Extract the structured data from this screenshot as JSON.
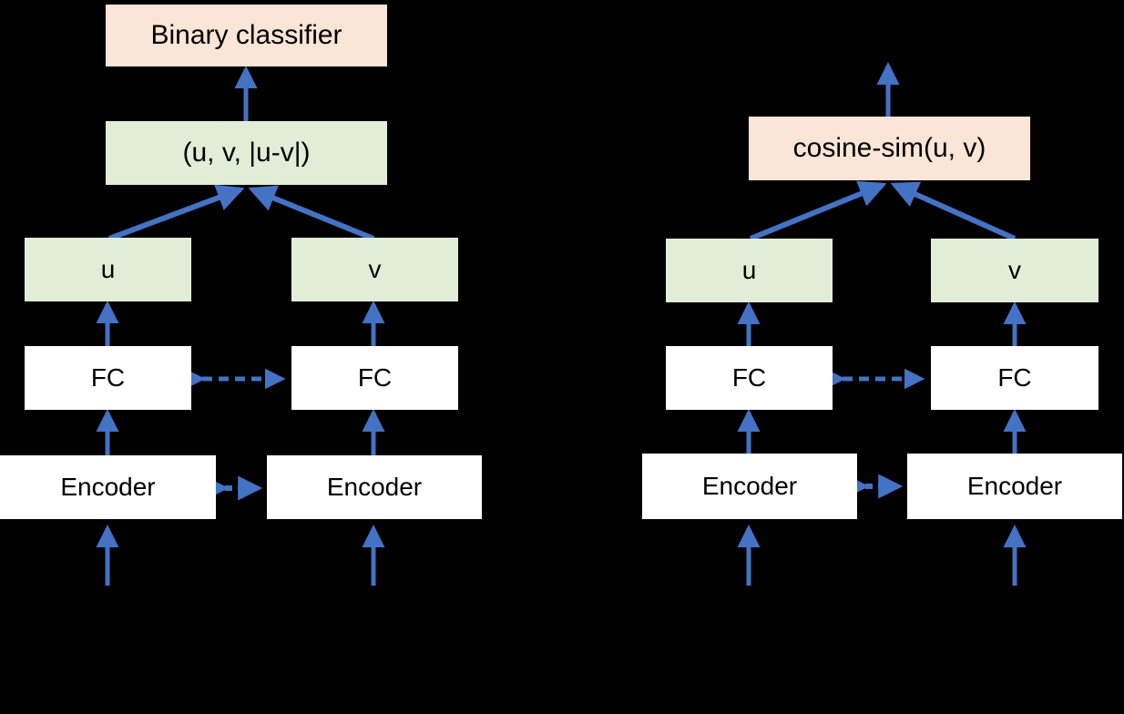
{
  "figure": {
    "background_color": "#000000",
    "edge_color": "#4472C4",
    "box_colors": {
      "output": "#FBE5D6",
      "embedding": "#E2EDD7",
      "network": "#FFFFFF"
    }
  },
  "architectures": [
    {
      "id": "classification-objective",
      "nodes": {
        "output": "Binary classifier",
        "concat": "(u, v, |u-v|)",
        "embedding_left": "u",
        "embedding_right": "v",
        "pooling_left": "FC",
        "pooling_right": "FC",
        "encoder_left": "Encoder",
        "encoder_right": "Encoder"
      }
    },
    {
      "id": "regression-objective",
      "nodes": {
        "output": "cosine-sim(u, v)",
        "embedding_left": "u",
        "embedding_right": "v",
        "pooling_left": "FC",
        "pooling_right": "FC",
        "encoder_left": "Encoder",
        "encoder_right": "Encoder"
      }
    }
  ],
  "connectors": {
    "shared_weights_label": "",
    "arrow_style_solid": "solid-arrow",
    "arrow_style_dashed": "dashed-double-arrow"
  }
}
